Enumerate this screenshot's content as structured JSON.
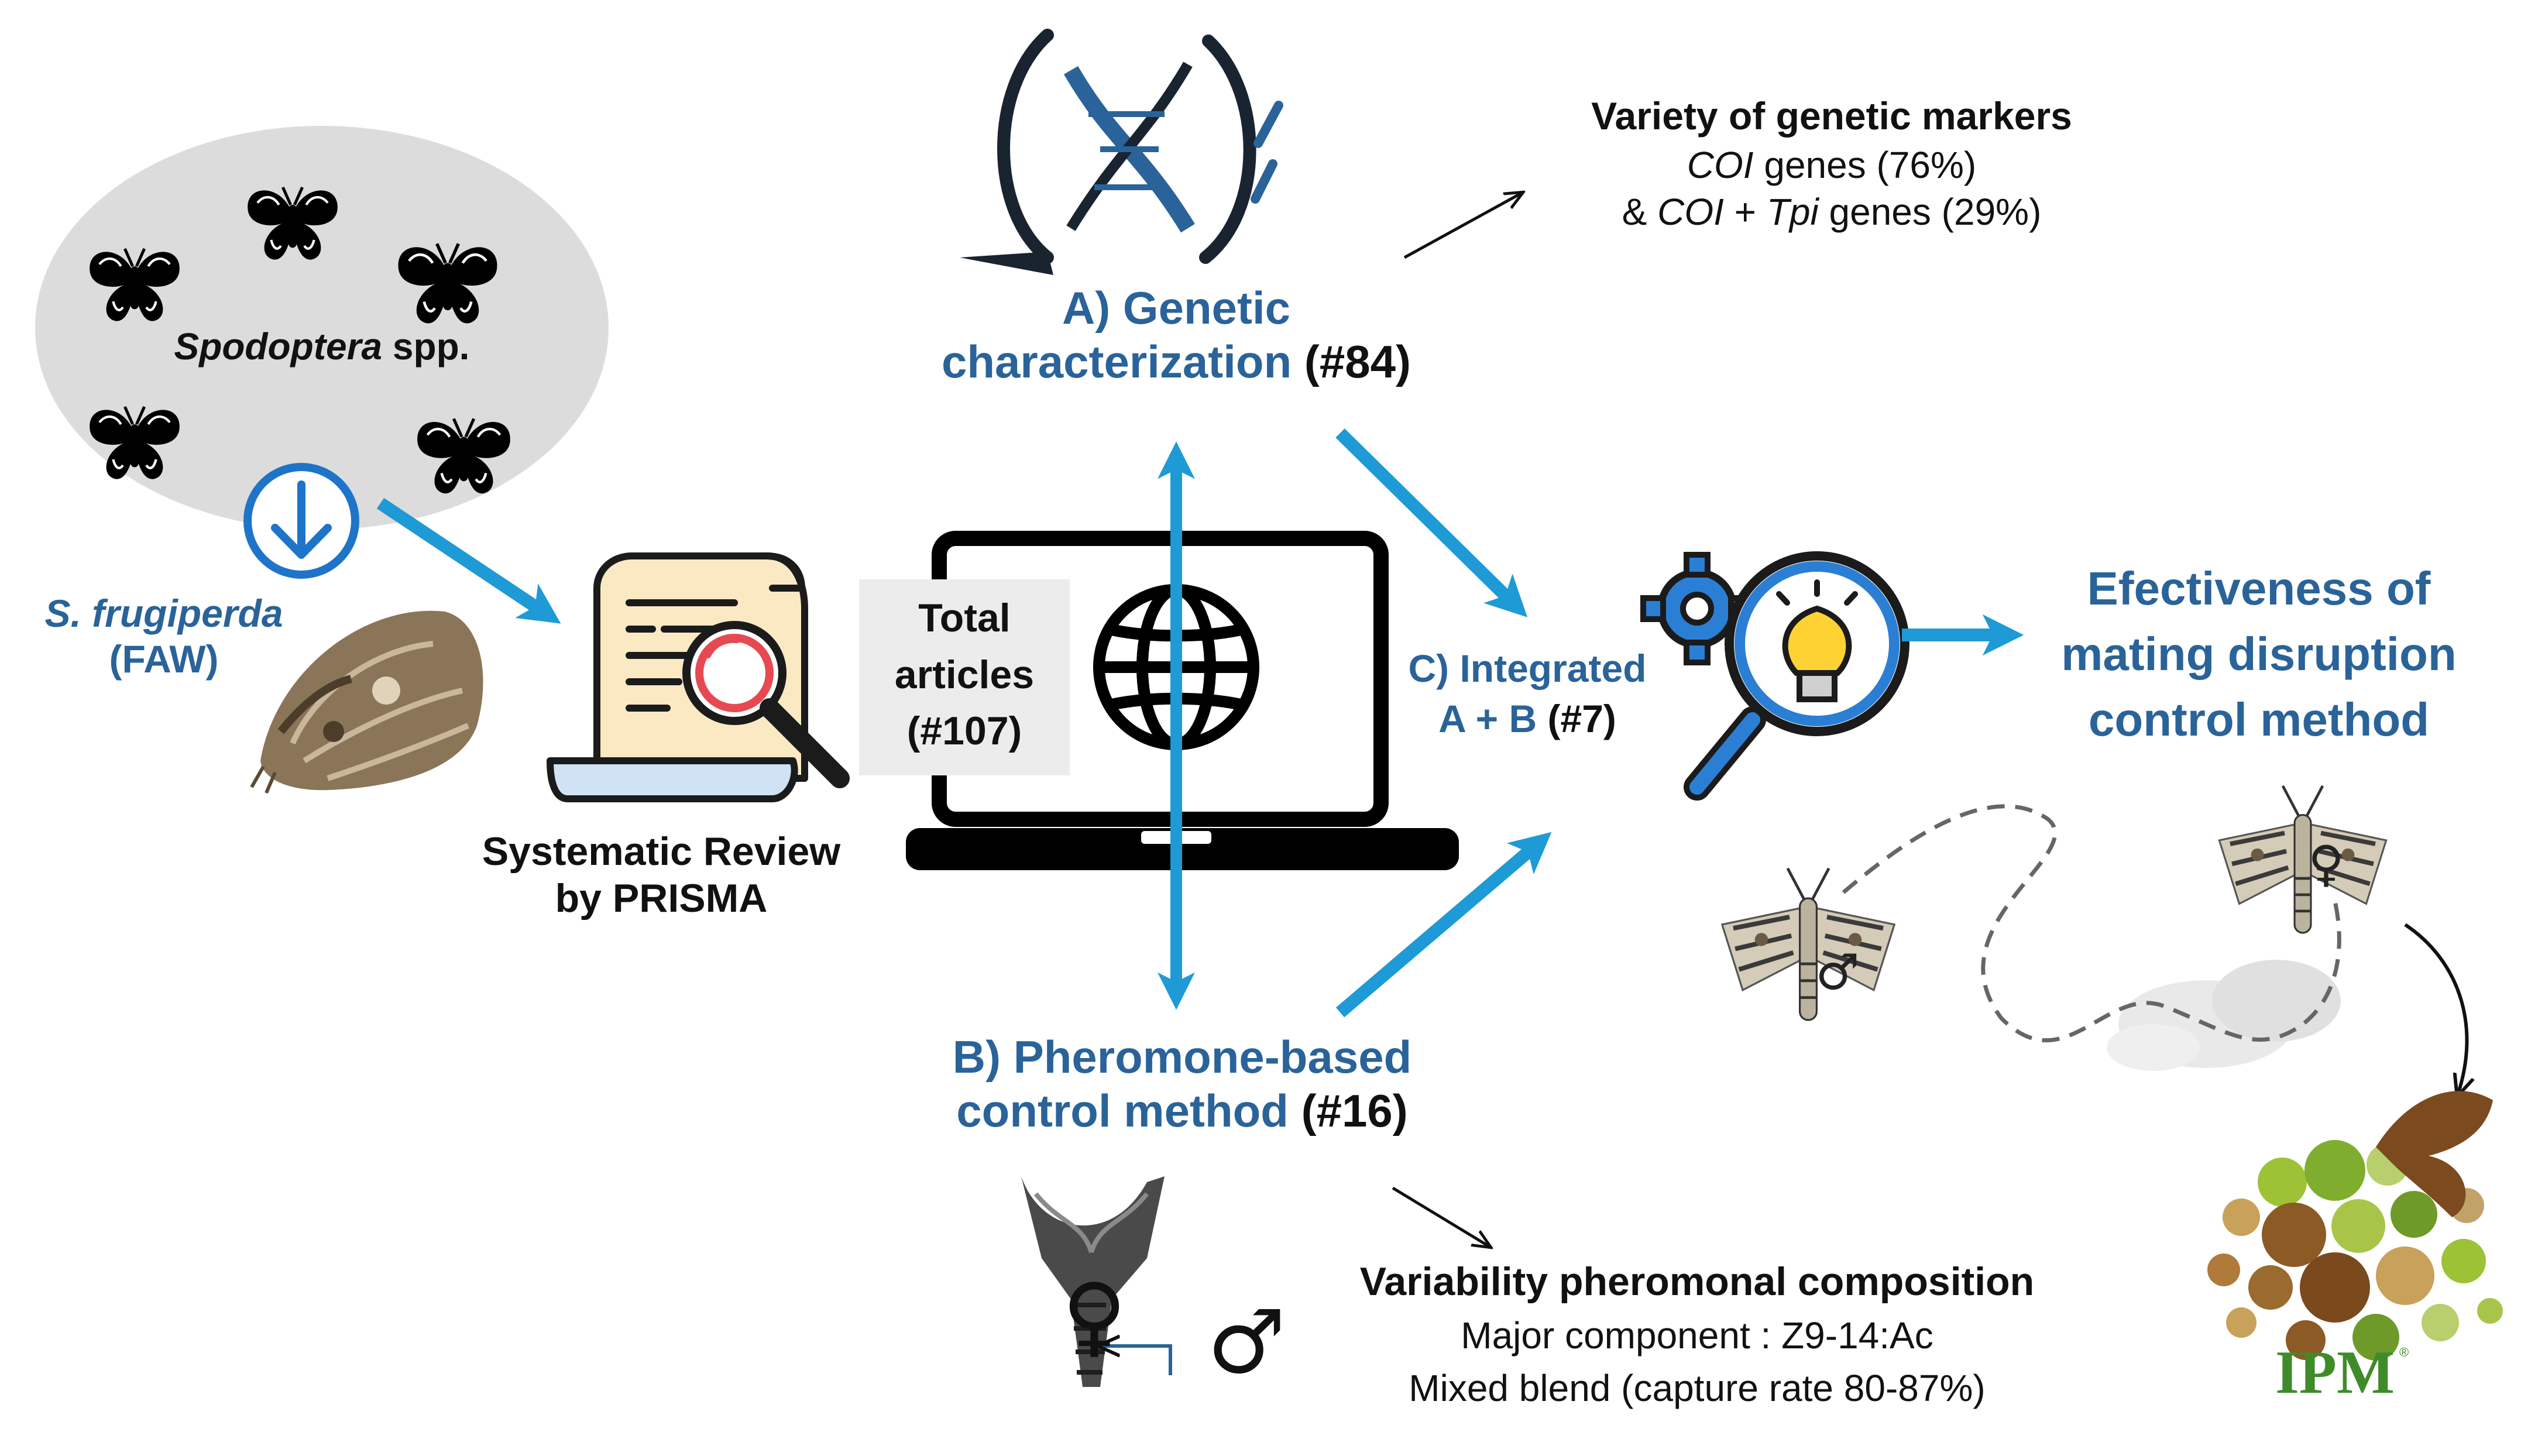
{
  "colors": {
    "accent_blue": "#2a6399",
    "arrow_blue": "#1e9ad6",
    "cloud_gray": "#dcdcdc",
    "text_dark": "#111111",
    "ipm_green": "#3f8b2a",
    "ipm_brown": "#7b4a1e"
  },
  "species_cloud": {
    "genus": "Spodoptera",
    "suffix": " spp.",
    "icon": "butterfly-icon"
  },
  "faw": {
    "name": "S. frugiperda",
    "abbr": "(FAW)"
  },
  "review": {
    "line1": "Systematic Review",
    "line2": "by PRISMA",
    "icon": "document-search-icon"
  },
  "laptop": {
    "total_line1": "Total",
    "total_line2": "articles",
    "total_line3": "(#107)",
    "icon": "globe-icon"
  },
  "branch_a": {
    "line1": "A) Genetic",
    "line2": "characterization",
    "count": " (#84)",
    "icon": "dna-icon"
  },
  "markers": {
    "title": "Variety of genetic markers",
    "coi_gene": "COI",
    "coi_rest": " genes (76%)",
    "amp": "&  ",
    "coi2_gene": "COI",
    "plus": " + ",
    "tpi_gene": "Tpi",
    "tpi_rest": " genes (29%)"
  },
  "branch_b": {
    "line1": "B) Pheromone-based",
    "line2": "control method",
    "count": " (#16)",
    "female_symbol": "♀",
    "male_symbol": "♂"
  },
  "pheromone": {
    "title": "Variability pheromonal composition",
    "line1": "Major component : Z9-14:Ac",
    "line2": "Mixed blend (capture rate 80-87%)"
  },
  "branch_c": {
    "line1": "C) Integrated",
    "line2": "A + B",
    "count": " (#7)",
    "icon": "gear-bulb-magnifier-icon"
  },
  "outcome": {
    "line1": "Efectiveness of",
    "line2": "mating disruption",
    "line3": "control method",
    "female_symbol": "♀",
    "male_symbol": "♂"
  },
  "ipm": {
    "label": "IPM",
    "mark": "®"
  }
}
